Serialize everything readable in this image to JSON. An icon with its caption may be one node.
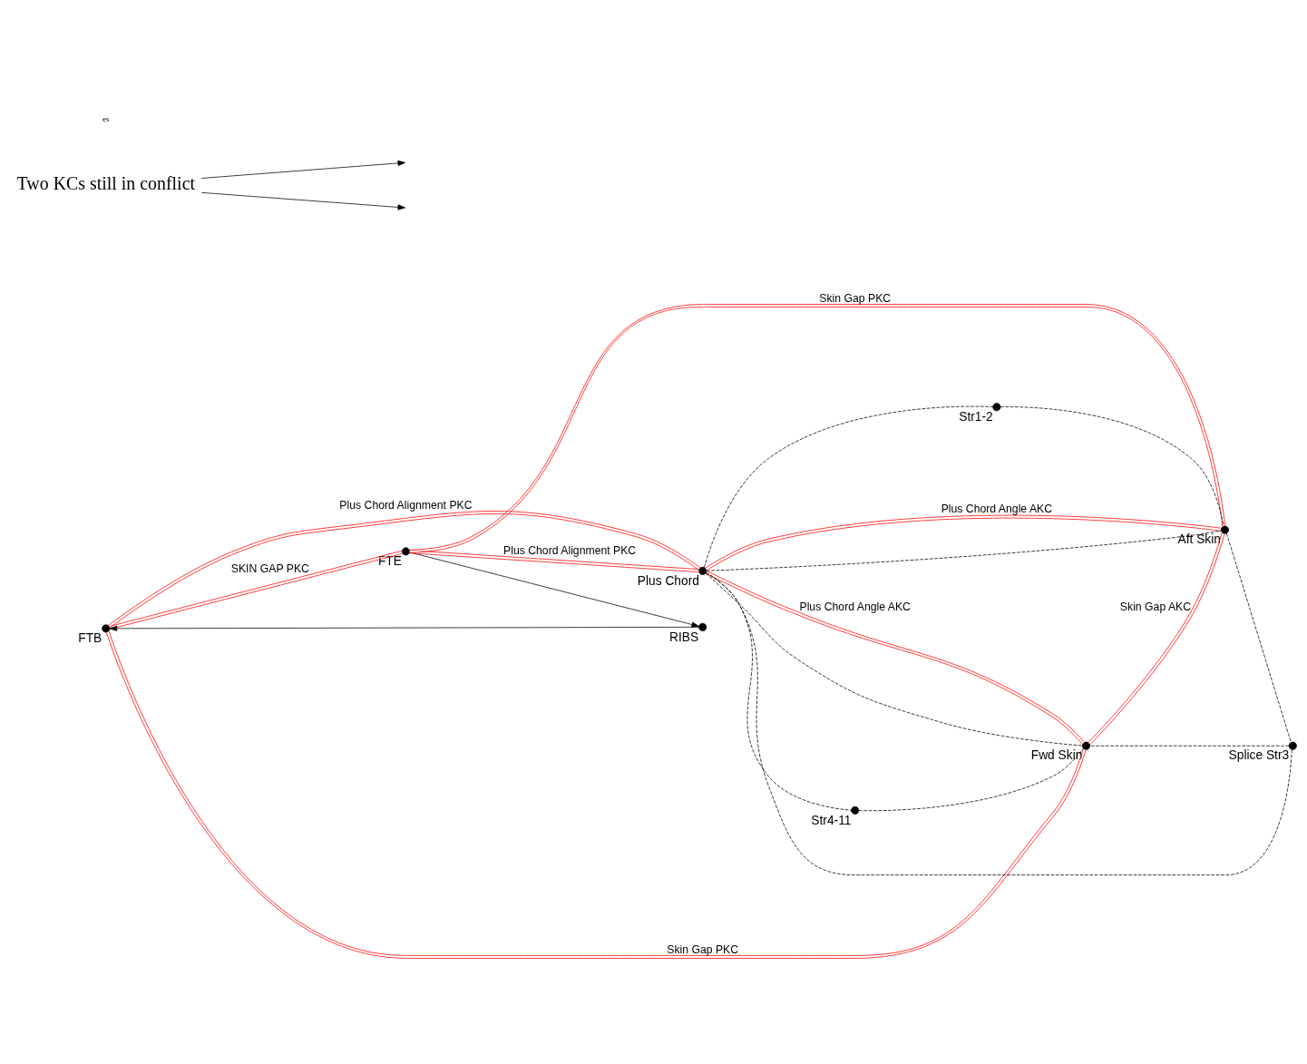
{
  "diagram": {
    "nodes": [
      {
        "text": [
          "FTB"
        ]
      },
      {
        "text": [
          "RIBS"
        ]
      },
      {
        "text": [
          "FTE"
        ]
      },
      {
        "text": [
          "Plus Chord"
        ]
      },
      {
        "text": [
          "Str4-11"
        ]
      },
      {
        "text": [
          "Fwd Skin"
        ]
      },
      {
        "text": [
          "Splice Str3"
        ]
      },
      {
        "text": [
          "Str1-2"
        ]
      },
      {
        "text": [
          "Aft Skin"
        ]
      },
      {
        "text": [
          "Two KCs still in conflict"
        ]
      }
    ],
    "edges": [
      {
        "from": 2,
        "to": 1,
        "arrow": "to"
      },
      {
        "from": 1,
        "to": 0,
        "arrow": "to"
      },
      {
        "from": 0,
        "to": 2,
        "arrow": "none",
        "label": "SKIN GAP PKC",
        "color": "#ff0000"
      },
      {
        "from": 0,
        "to": 5,
        "arrow": "none",
        "label": "Skin Gap PKC",
        "color": "#ff0000"
      },
      {
        "from": 0,
        "to": 3,
        "arrow": "none",
        "label": "Plus Chord Alignment PKC",
        "color": "#ff0000"
      },
      {
        "from": 2,
        "to": 3,
        "arrow": "none",
        "label": "Plus Chord Alignment PKC",
        "color": "#ff0000"
      },
      {
        "from": 2,
        "to": 8,
        "arrow": "none",
        "label": "Skin Gap PKC",
        "color": "#ff0000"
      },
      {
        "from": 3,
        "to": 5,
        "arrow": "none",
        "label": "Plus Chord Angle AKC",
        "color": "#ff0000"
      },
      {
        "from": 3,
        "to": 8,
        "arrow": "none",
        "label": "Plus Chord Angle AKC",
        "color": "#ff0000"
      },
      {
        "from": 5,
        "to": 8,
        "arrow": "none",
        "label": "Skin Gap AKC",
        "color": "#ff0000"
      },
      {
        "from": 4,
        "to": 5,
        "arrow": "none",
        "style": "dashed"
      },
      {
        "from": 3,
        "to": 4,
        "arrow": "none",
        "style": "dashed"
      },
      {
        "from": 3,
        "to": 5,
        "arrow": "none",
        "style": "dashed"
      },
      {
        "from": 3,
        "to": 6,
        "arrow": "none",
        "style": "dashed"
      },
      {
        "from": 3,
        "to": 8,
        "arrow": "none",
        "style": "dashed"
      },
      {
        "from": 3,
        "to": 7,
        "arrow": "none",
        "style": "dashed"
      },
      {
        "from": 7,
        "to": 8,
        "arrow": "none",
        "style": "dashed"
      },
      {
        "from": 8,
        "to": 6,
        "arrow": "none",
        "style": "dashed"
      },
      {
        "from": 6,
        "to": 5,
        "arrow": "none",
        "style": "dashed"
      },
      {
        "from": 9,
        "to": null,
        "arrow": "to"
      },
      {
        "from": 9,
        "to": null,
        "arrow": "to"
      }
    ],
    "labels": [
      "es"
    ]
  }
}
